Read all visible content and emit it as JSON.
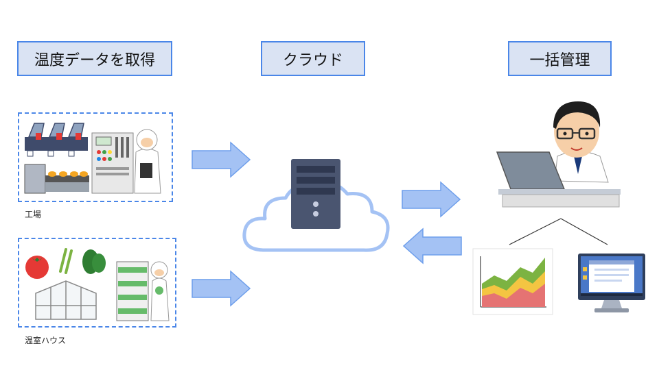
{
  "headers": {
    "acquire": "温度データを取得",
    "cloud": "クラウド",
    "manage": "一括管理"
  },
  "sources": {
    "factory": {
      "label": "工場"
    },
    "greenhouse": {
      "label": "温室ハウス"
    }
  },
  "colors": {
    "header_fill": "#dae3f3",
    "header_border": "#4a86e8",
    "arrow_fill": "#a4c2f4",
    "arrow_stroke": "#6d9eeb",
    "cloud_stroke": "#a4c2f4"
  },
  "icons": [
    "factory-robot-icon",
    "worker-icon",
    "tomato-icon",
    "asparagus-icon",
    "spinach-icon",
    "greenhouse-icon",
    "hydroponic-rack-icon",
    "server-icon",
    "cloud-icon",
    "administrator-icon",
    "laptop-icon",
    "area-chart-icon",
    "monitor-icon"
  ]
}
